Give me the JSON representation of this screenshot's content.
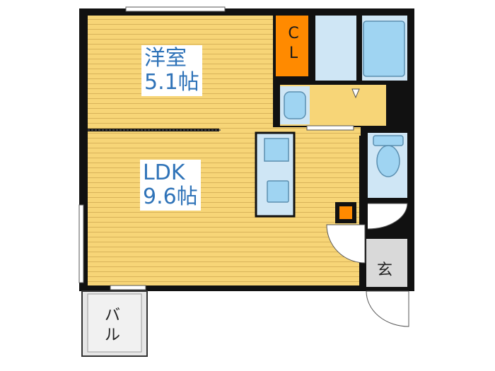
{
  "rooms": {
    "western": {
      "name": "洋室",
      "size": "5.1帖"
    },
    "ldk": {
      "name": "LDK",
      "size": "9.6帖"
    },
    "closet": {
      "label_c": "C",
      "label_l": "L"
    },
    "entrance": {
      "label": "玄"
    },
    "balcony": {
      "label_1": "バ",
      "label_2": "ル"
    }
  },
  "colors": {
    "wall": "#111111",
    "floor": "#f7d577",
    "floor_stripe": "#d8b35a",
    "wet_area": "#cfe6f5",
    "fixture": "#9fd4f2",
    "closet": "#ff8a00",
    "label_text": "#2f73b8",
    "entrance_floor": "#d9d9d9"
  }
}
